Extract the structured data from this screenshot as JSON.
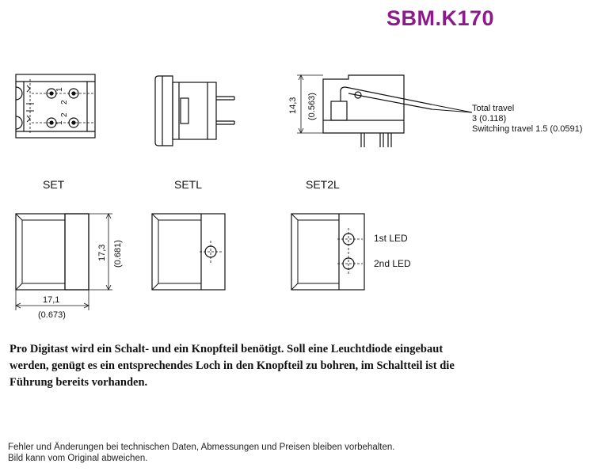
{
  "title": "SBM.K170",
  "views": {
    "set": "SET",
    "setl": "SETL",
    "set2l": "SET2L"
  },
  "dimensions": {
    "height_mm": "14,3",
    "height_in": "(0.563)",
    "depth_mm": "17,3",
    "depth_in": "(0.681)",
    "width_mm": "17,1",
    "width_in": "(0.673)"
  },
  "pin_labels": {
    "top_1": "1",
    "top_2": "2",
    "bottom_1": "1",
    "bottom_2": "2"
  },
  "travel": {
    "line1": "Total travel",
    "line2": "3 (0.118)",
    "line3": "Switching travel 1.5 (0.0591)"
  },
  "leds": {
    "first": "1st LED",
    "second": "2nd LED"
  },
  "note": {
    "line1": "Pro Digitast wird ein Schalt- und ein Knopfteil benötigt. Soll eine Leuchtdiode eingebaut",
    "line2": "werden, genügt es ein entsprechendes Loch in den Knopfteil zu bohren, im Schaltteil ist die",
    "line3": "Führung bereits vorhanden."
  },
  "footer": {
    "line1": "Fehler und Änderungen bei technischen Daten, Abmessungen und Preisen bleiben vorbehalten.",
    "line2": "Bild kann vom Original abweichen."
  },
  "colors": {
    "title": "#8b1a8b",
    "line": "#111111"
  }
}
